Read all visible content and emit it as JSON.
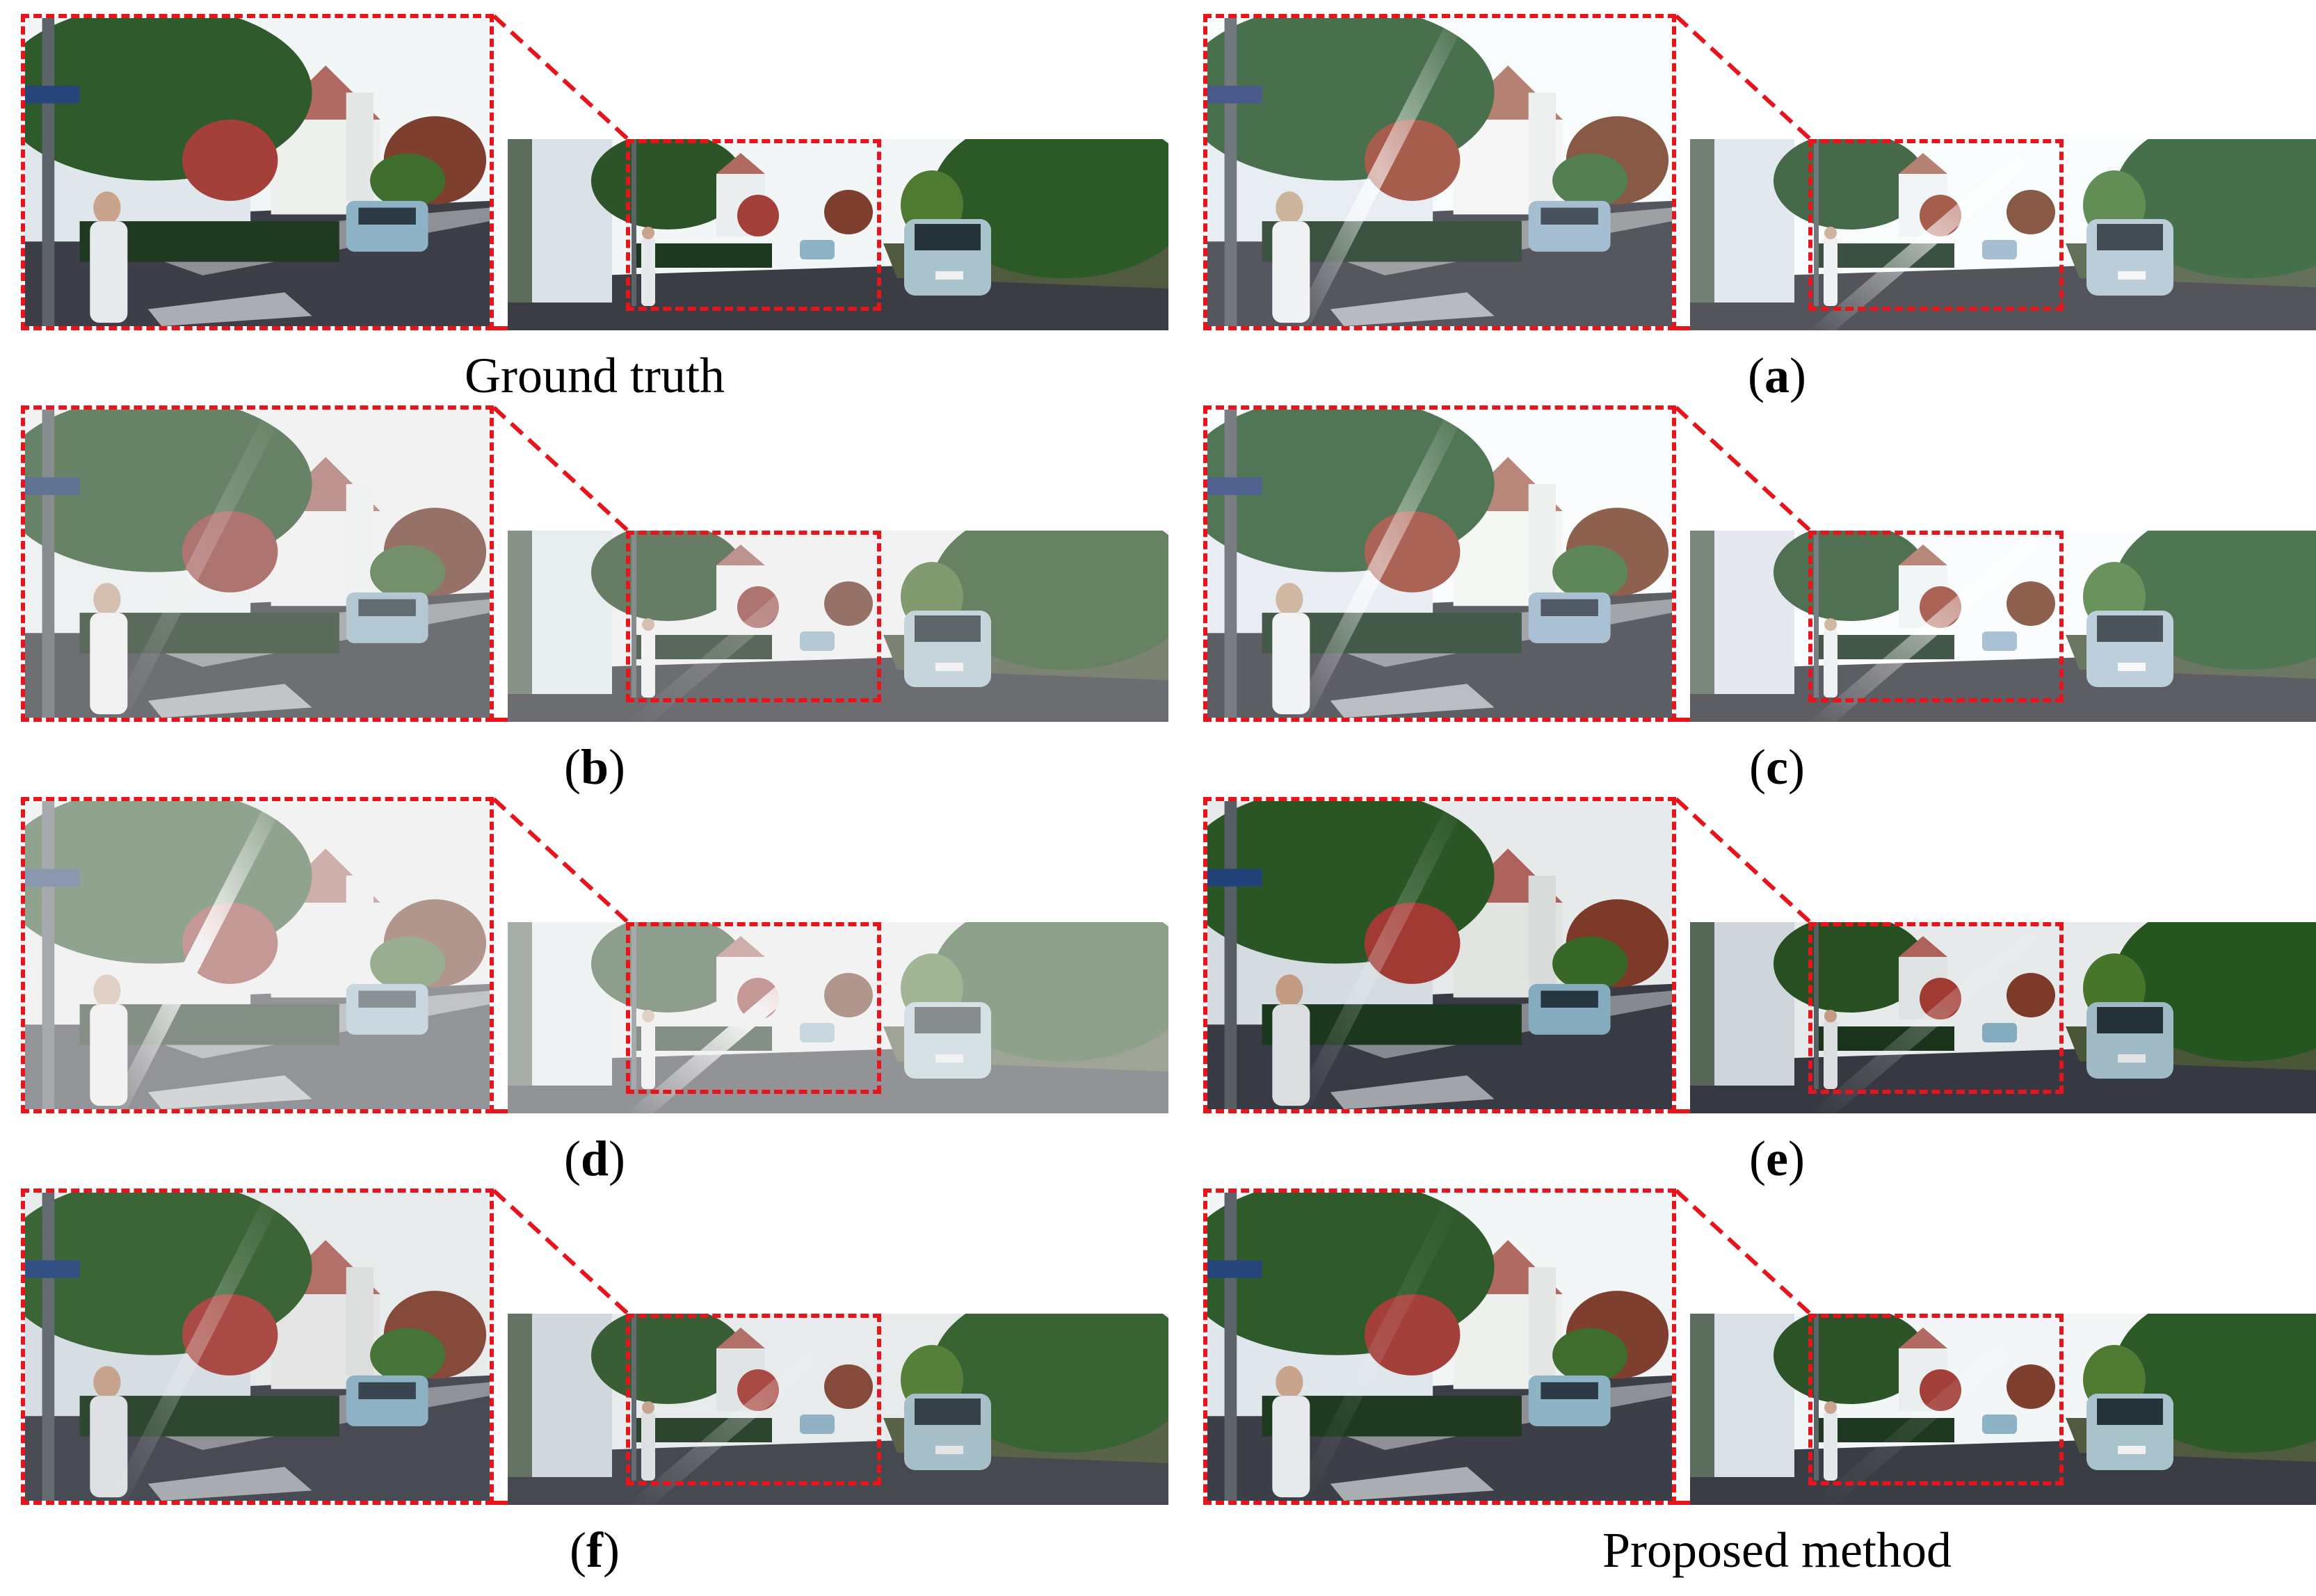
{
  "panels": [
    {
      "id": "gt",
      "caption": "Ground truth",
      "caption_style": "plain",
      "haze": 0.0,
      "flare": 0.0,
      "tone": "normal"
    },
    {
      "id": "a",
      "caption": "a",
      "caption_style": "bold-paren",
      "haze": 0.15,
      "flare": 0.6,
      "tone": "cool"
    },
    {
      "id": "b",
      "caption": "b",
      "caption_style": "bold-paren",
      "haze": 0.25,
      "flare": 0.2,
      "tone": "washed"
    },
    {
      "id": "c",
      "caption": "c",
      "caption_style": "bold-paren",
      "haze": 0.2,
      "flare": 0.5,
      "tone": "cool"
    },
    {
      "id": "d",
      "caption": "d",
      "caption_style": "bold-paren",
      "haze": 0.5,
      "flare": 0.9,
      "tone": "washed"
    },
    {
      "id": "e",
      "caption": "e",
      "caption_style": "bold-paren",
      "haze": 0.05,
      "flare": 0.25,
      "tone": "dark"
    },
    {
      "id": "f",
      "caption": "f",
      "caption_style": "bold-paren",
      "haze": 0.15,
      "flare": 0.3,
      "tone": "dark"
    },
    {
      "id": "proposed",
      "caption": "Proposed method",
      "caption_style": "plain",
      "haze": 0.0,
      "flare": 0.1,
      "tone": "normal"
    }
  ],
  "colors": {
    "frame": "#e8141c",
    "caption": "#000000"
  }
}
